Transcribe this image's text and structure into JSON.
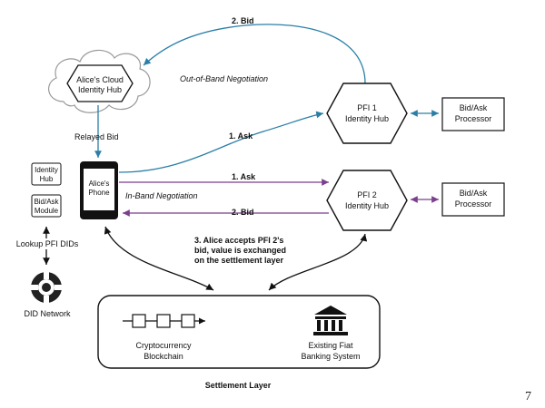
{
  "nodes": {
    "cloud_hub": [
      "Alice's Cloud",
      "Identity Hub"
    ],
    "pfi1": [
      "PFI 1",
      "Identity Hub"
    ],
    "pfi2": [
      "PFI 2",
      "Identity Hub"
    ],
    "processor1": [
      "Bid/Ask",
      "Processor"
    ],
    "processor2": [
      "Bid/Ask",
      "Processor"
    ],
    "phone": [
      "Alice's",
      "Phone"
    ],
    "identity_hub_small": [
      "Identity",
      "Hub"
    ],
    "bidask_module": [
      "Bid/Ask",
      "Module"
    ],
    "did_network": "DID Network",
    "blockchain": [
      "Cryptocurrency",
      "Blockchain"
    ],
    "fiat": [
      "Existing Fiat",
      "Banking System"
    ]
  },
  "labels": {
    "bid_top": "2. Bid",
    "out_of_band": "Out-of-Band Negotiation",
    "relayed_bid": "Relayed Bid",
    "ask1": "1. Ask",
    "ask2": "1. Ask",
    "in_band": "In-Band Negotiation",
    "bid2": "2. Bid",
    "lookup": "Lookup PFI DIDs",
    "accept": [
      "3. Alice accepts PFI 2's",
      "bid, value is exchanged",
      "on the settlement layer"
    ],
    "settlement": "Settlement Layer",
    "page_number": "7"
  },
  "colors": {
    "teal": "#2a7fa8",
    "purple": "#7b3f8c",
    "black": "#111111"
  }
}
